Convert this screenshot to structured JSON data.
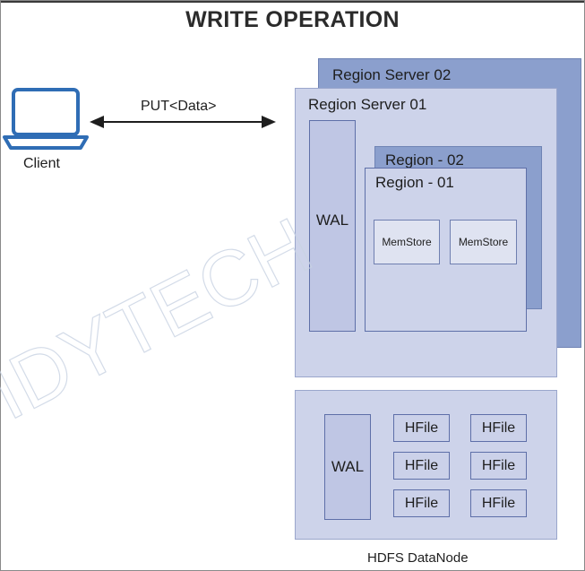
{
  "title": "WRITE OPERATION",
  "client": {
    "label": "Client"
  },
  "arrow": {
    "label": "PUT<Data>"
  },
  "region_server_02": {
    "label": "Region Server 02"
  },
  "region_server_01": {
    "label": "Region Server 01",
    "wal": "WAL",
    "region_02": {
      "label": "Region - 02"
    },
    "region_01": {
      "label": "Region - 01",
      "memstores": [
        "MemStore",
        "MemStore"
      ]
    }
  },
  "hdfs": {
    "label": "HDFS DataNode",
    "wal": "WAL",
    "hfiles": [
      "HFile",
      "HFile",
      "HFile",
      "HFile",
      "HFile",
      "HFile"
    ]
  },
  "colors": {
    "dark_blue_box": "#8b9fcd",
    "light_blue_box": "#cdd3ea",
    "client_icon": "#2f6db5"
  },
  "watermark": "IDYTECH"
}
